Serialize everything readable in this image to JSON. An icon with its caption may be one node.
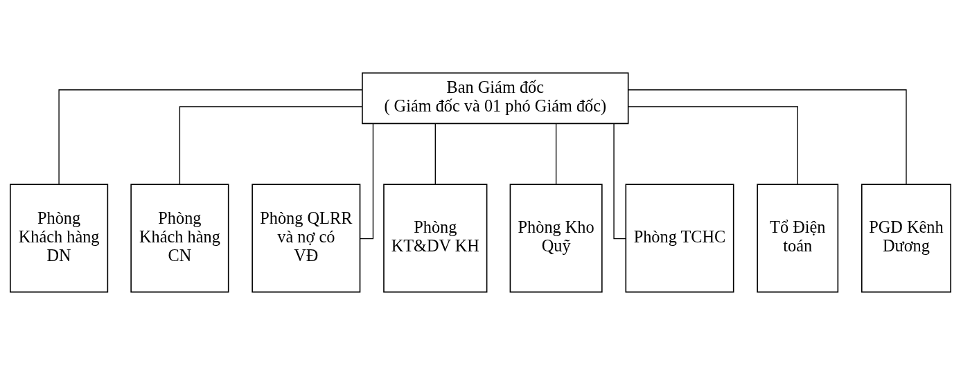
{
  "diagram": {
    "nodes": [
      {
        "text": [
          "Ban Giám đốc",
          "( Giám đốc và 01 phó Giám đốc)"
        ]
      },
      {
        "text": [
          "Phòng Khách hàng DN"
        ]
      },
      {
        "text": [
          "Phòng Khách hàng CN"
        ]
      },
      {
        "text": [
          "Phòng QLRR và nợ có VĐ"
        ]
      },
      {
        "text": [
          "Phòng KT&DV KH"
        ]
      },
      {
        "text": [
          "Phòng Kho Quỹ"
        ]
      },
      {
        "text": [
          "Phòng TCHC"
        ]
      },
      {
        "text": [
          "Tổ Điện toán"
        ]
      },
      {
        "text": [
          "PGD Kênh Dương"
        ]
      }
    ],
    "edges": [
      {
        "from": 0,
        "to": 1,
        "arrow": "none"
      },
      {
        "from": 0,
        "to": 2,
        "arrow": "none"
      },
      {
        "from": 0,
        "to": 3,
        "arrow": "none"
      },
      {
        "from": 0,
        "to": 4,
        "arrow": "none"
      },
      {
        "from": 0,
        "to": 5,
        "arrow": "none"
      },
      {
        "from": 0,
        "to": 6,
        "arrow": "none"
      },
      {
        "from": 0,
        "to": 7,
        "arrow": "none"
      },
      {
        "from": 0,
        "to": 8,
        "arrow": "none"
      }
    ]
  }
}
